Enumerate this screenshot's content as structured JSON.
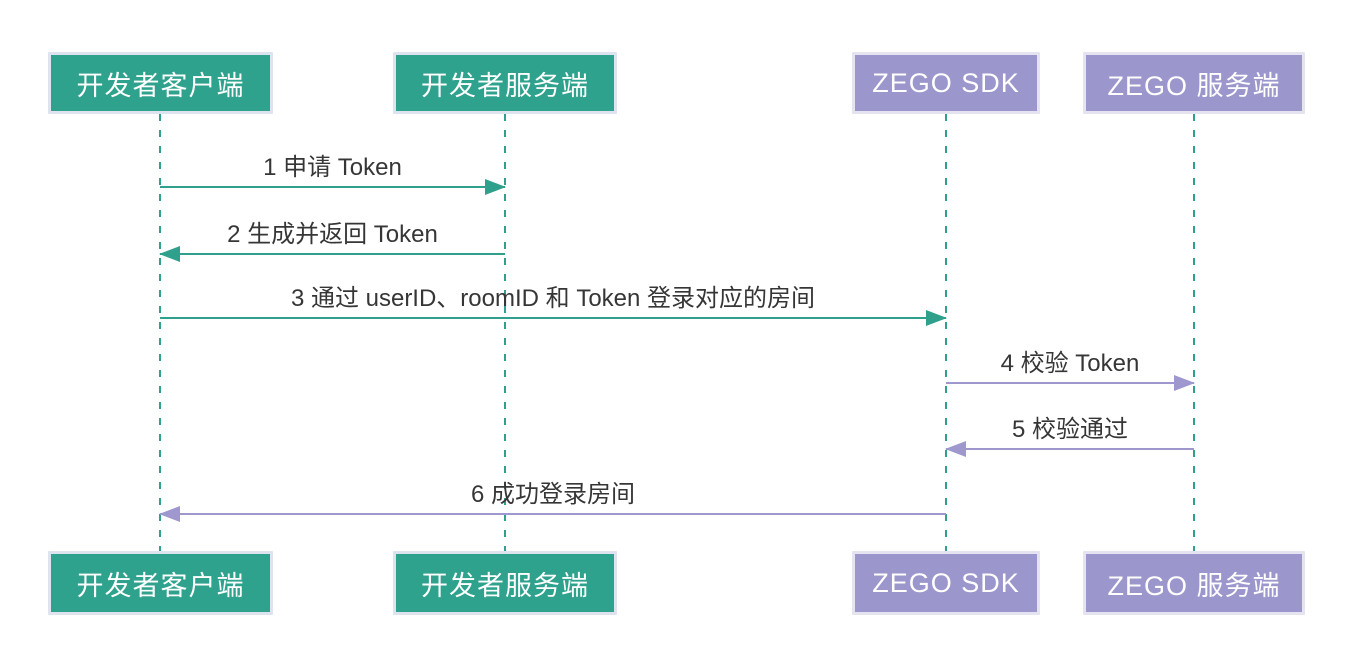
{
  "diagram": {
    "type": "sequence-diagram",
    "background": "#ffffff",
    "actors": [
      {
        "id": "developer-client",
        "label": "开发者客户端",
        "fill": "#2ea28d",
        "text_color": "#ffffff"
      },
      {
        "id": "developer-server",
        "label": "开发者服务端",
        "fill": "#2ea28d",
        "text_color": "#ffffff"
      },
      {
        "id": "zego-sdk",
        "label": "ZEGO SDK",
        "fill": "#9b96cc",
        "text_color": "#ffffff"
      },
      {
        "id": "zego-server",
        "label": "ZEGO 服务端",
        "fill": "#9b96cc",
        "text_color": "#ffffff"
      }
    ],
    "lifeline_color": "#2fa08c",
    "message_text_color": "#363636",
    "messages": [
      {
        "label": "1 申请 Token",
        "from": "开发者客户端",
        "to": "开发者服务端",
        "direction": "right",
        "arrow_color": "#2fa08c"
      },
      {
        "label": "2 生成并返回 Token",
        "from": "开发者服务端",
        "to": "开发者客户端",
        "direction": "left",
        "arrow_color": "#2fa08c"
      },
      {
        "label": "3 通过 userID、roomID 和 Token 登录对应的房间",
        "from": "开发者客户端",
        "to": "ZEGO SDK",
        "direction": "right",
        "arrow_color": "#2fa08c"
      },
      {
        "label": "4 校验 Token",
        "from": "ZEGO SDK",
        "to": "ZEGO 服务端",
        "direction": "right",
        "arrow_color": "#9e98ce"
      },
      {
        "label": "5 校验通过",
        "from": "ZEGO 服务端",
        "to": "ZEGO SDK",
        "direction": "left",
        "arrow_color": "#9e98ce"
      },
      {
        "label": "6 成功登录房间",
        "from": "ZEGO SDK",
        "to": "开发者客户端",
        "direction": "left",
        "arrow_color": "#9e98ce"
      }
    ]
  }
}
